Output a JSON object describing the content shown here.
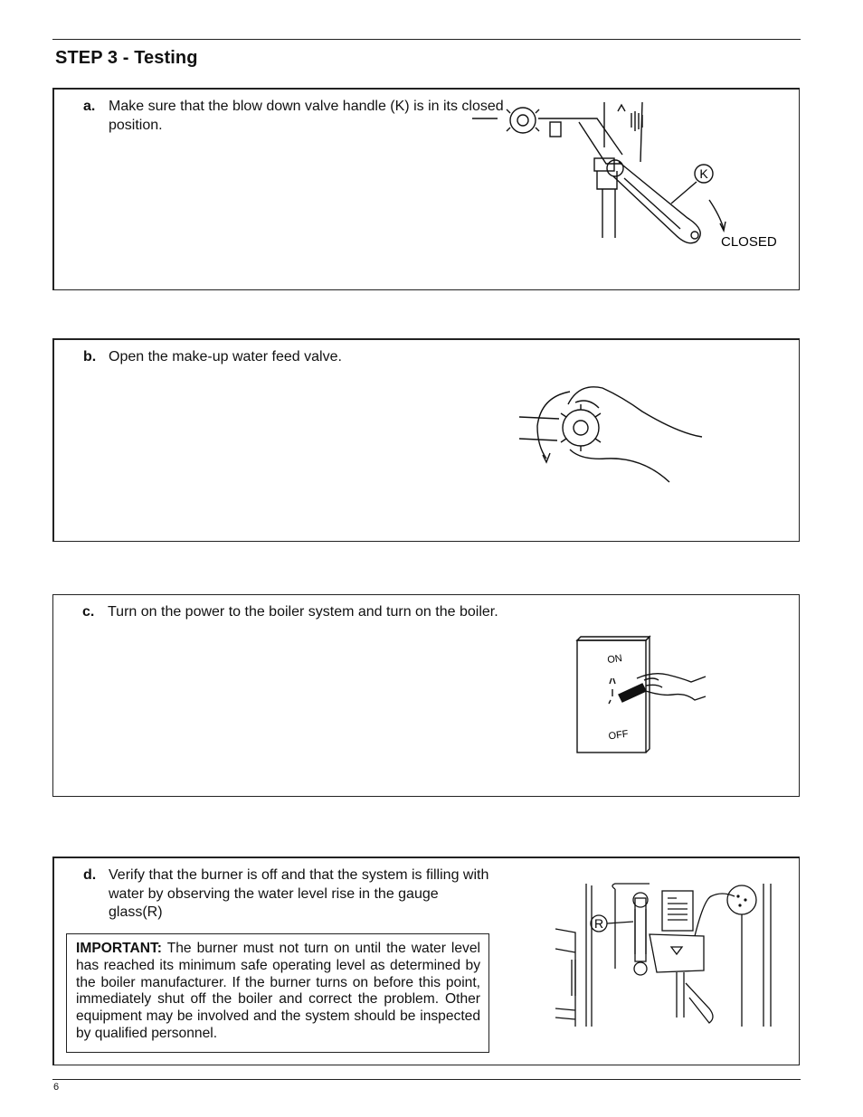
{
  "header": {
    "title": "STEP 3 - Testing"
  },
  "steps": [
    {
      "letter": "a.",
      "text": "Make sure that the blow down valve handle (K) is in its closed position.",
      "figure": {
        "callout": "K",
        "label": "CLOSED"
      }
    },
    {
      "letter": "b.",
      "text": "Open the make-up water feed valve."
    },
    {
      "letter": "c.",
      "text": "Turn on the power to the boiler system and turn on the boiler.",
      "figure": {
        "on_label": "ON",
        "off_label": "OFF"
      }
    },
    {
      "letter": "d.",
      "text": "Verify that the burner is off and that the system is filling with water by observing the water level rise in the gauge glass(R)",
      "figure": {
        "callout": "R"
      }
    }
  ],
  "important": {
    "label": "IMPORTANT:",
    "text": " The burner must not turn on until the water level has reached its minimum safe operating level as determined by the boiler manufacturer. If the burner turns on before this point, immediately shut off the boiler and correct the problem. Other equipment may be involved and the system should be inspected by qualified personnel."
  },
  "footer": {
    "page_number": "6"
  }
}
